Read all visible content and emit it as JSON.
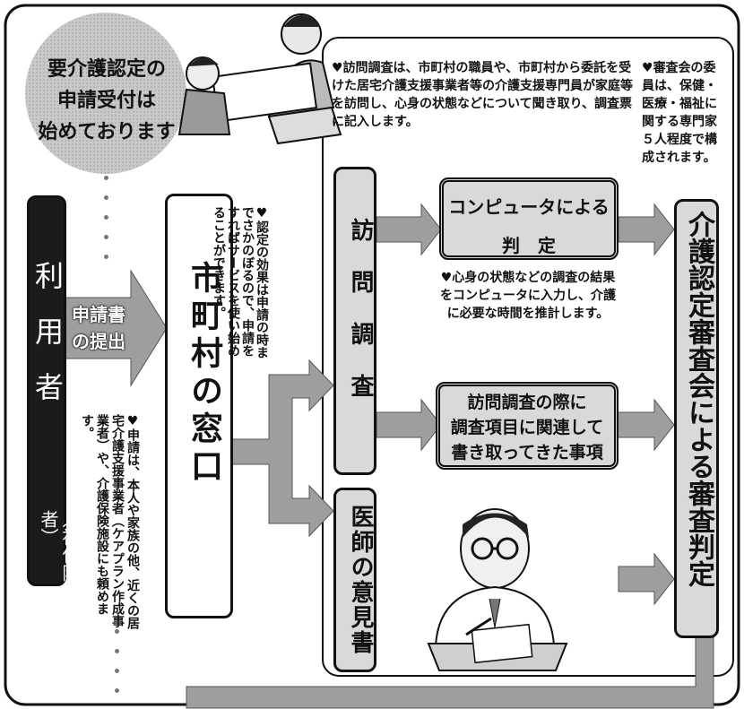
{
  "bubble": {
    "lines": [
      "要介護認定の",
      "申請受付は",
      "始めております"
    ]
  },
  "applicant": {
    "title": "利用者",
    "sub": "（被保険者）"
  },
  "submit_arrow": {
    "lines": [
      "申請書",
      "の提出"
    ]
  },
  "municipal_window": "市町村の窓口",
  "notes": {
    "effect": "認定の効果は申請の時までさかのぼるので、申請をすればサービスを使い始めることができます。",
    "applicant": "申請は、本人や家族の他、近くの居宅介護支援事業者（ケアプラン作成事業者）や、介護保険施設にも頼めます。",
    "visit": "訪問調査は、市町村の職員や、市町村から委託を受けた居宅介護支援事業者等の介護支援専門員が家庭等を訪問し、心身の状態などについて聞き取り、調査票に記入します。",
    "committee_members": "審査会の委員は、保健・医療・福祉に関する専門家５人程度で構成されます。",
    "computer": "心身の状態などの調査の結果をコンピュータに入力し、介護に必要な時間を推計します。"
  },
  "visit_survey": "訪問調査",
  "doctor_opinion": "医師の意見書",
  "computer_box": {
    "line1": "コンピュータによる",
    "line2": "判　定"
  },
  "notes_box": {
    "lines": [
      "訪問調査の際に",
      "調査項目に関連して",
      "書き取ってきた事項"
    ]
  },
  "committee": "介護認定審査会による審査判定",
  "colors": {
    "arrow": "#a0a0a0",
    "box_fill": "#d9d9d9",
    "dark": "#111111"
  }
}
